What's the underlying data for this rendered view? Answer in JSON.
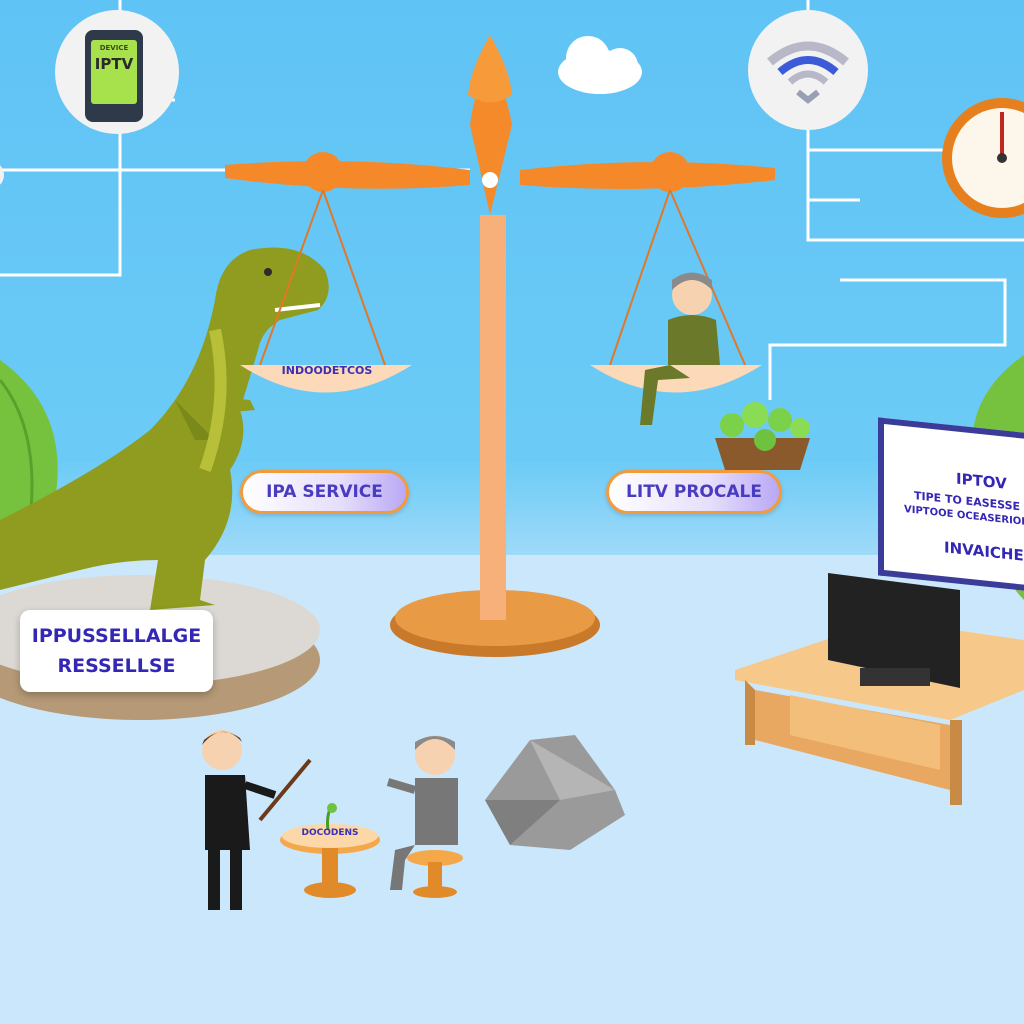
{
  "icons": {
    "phone_text": "IPTV",
    "phone_small": "DEVICE",
    "wifi": "wifi-icon",
    "clock": "clock-icon",
    "cloud": "cloud-icon"
  },
  "scale": {
    "left_pan_text": "INDOODETCOS",
    "left_label": "IPA SERVICE",
    "right_label": "LITV PROCALE"
  },
  "podium": {
    "line1": "IPPUSSELLALGE",
    "line2": "RESSELLSE"
  },
  "tv_screen": {
    "line1": "IPTOV",
    "line2": "TIPE TO EASESSE",
    "line3": "VIPTOOE OCEASERIOD",
    "line4": "INVAICHEL"
  },
  "table_label": "DOCODENS",
  "colors": {
    "sky": "#5fc3f5",
    "floor": "#cfe9fb",
    "scale_orange": "#f5892a",
    "dino_green": "#8a9a1f",
    "label_blue": "#3a2fb5"
  }
}
